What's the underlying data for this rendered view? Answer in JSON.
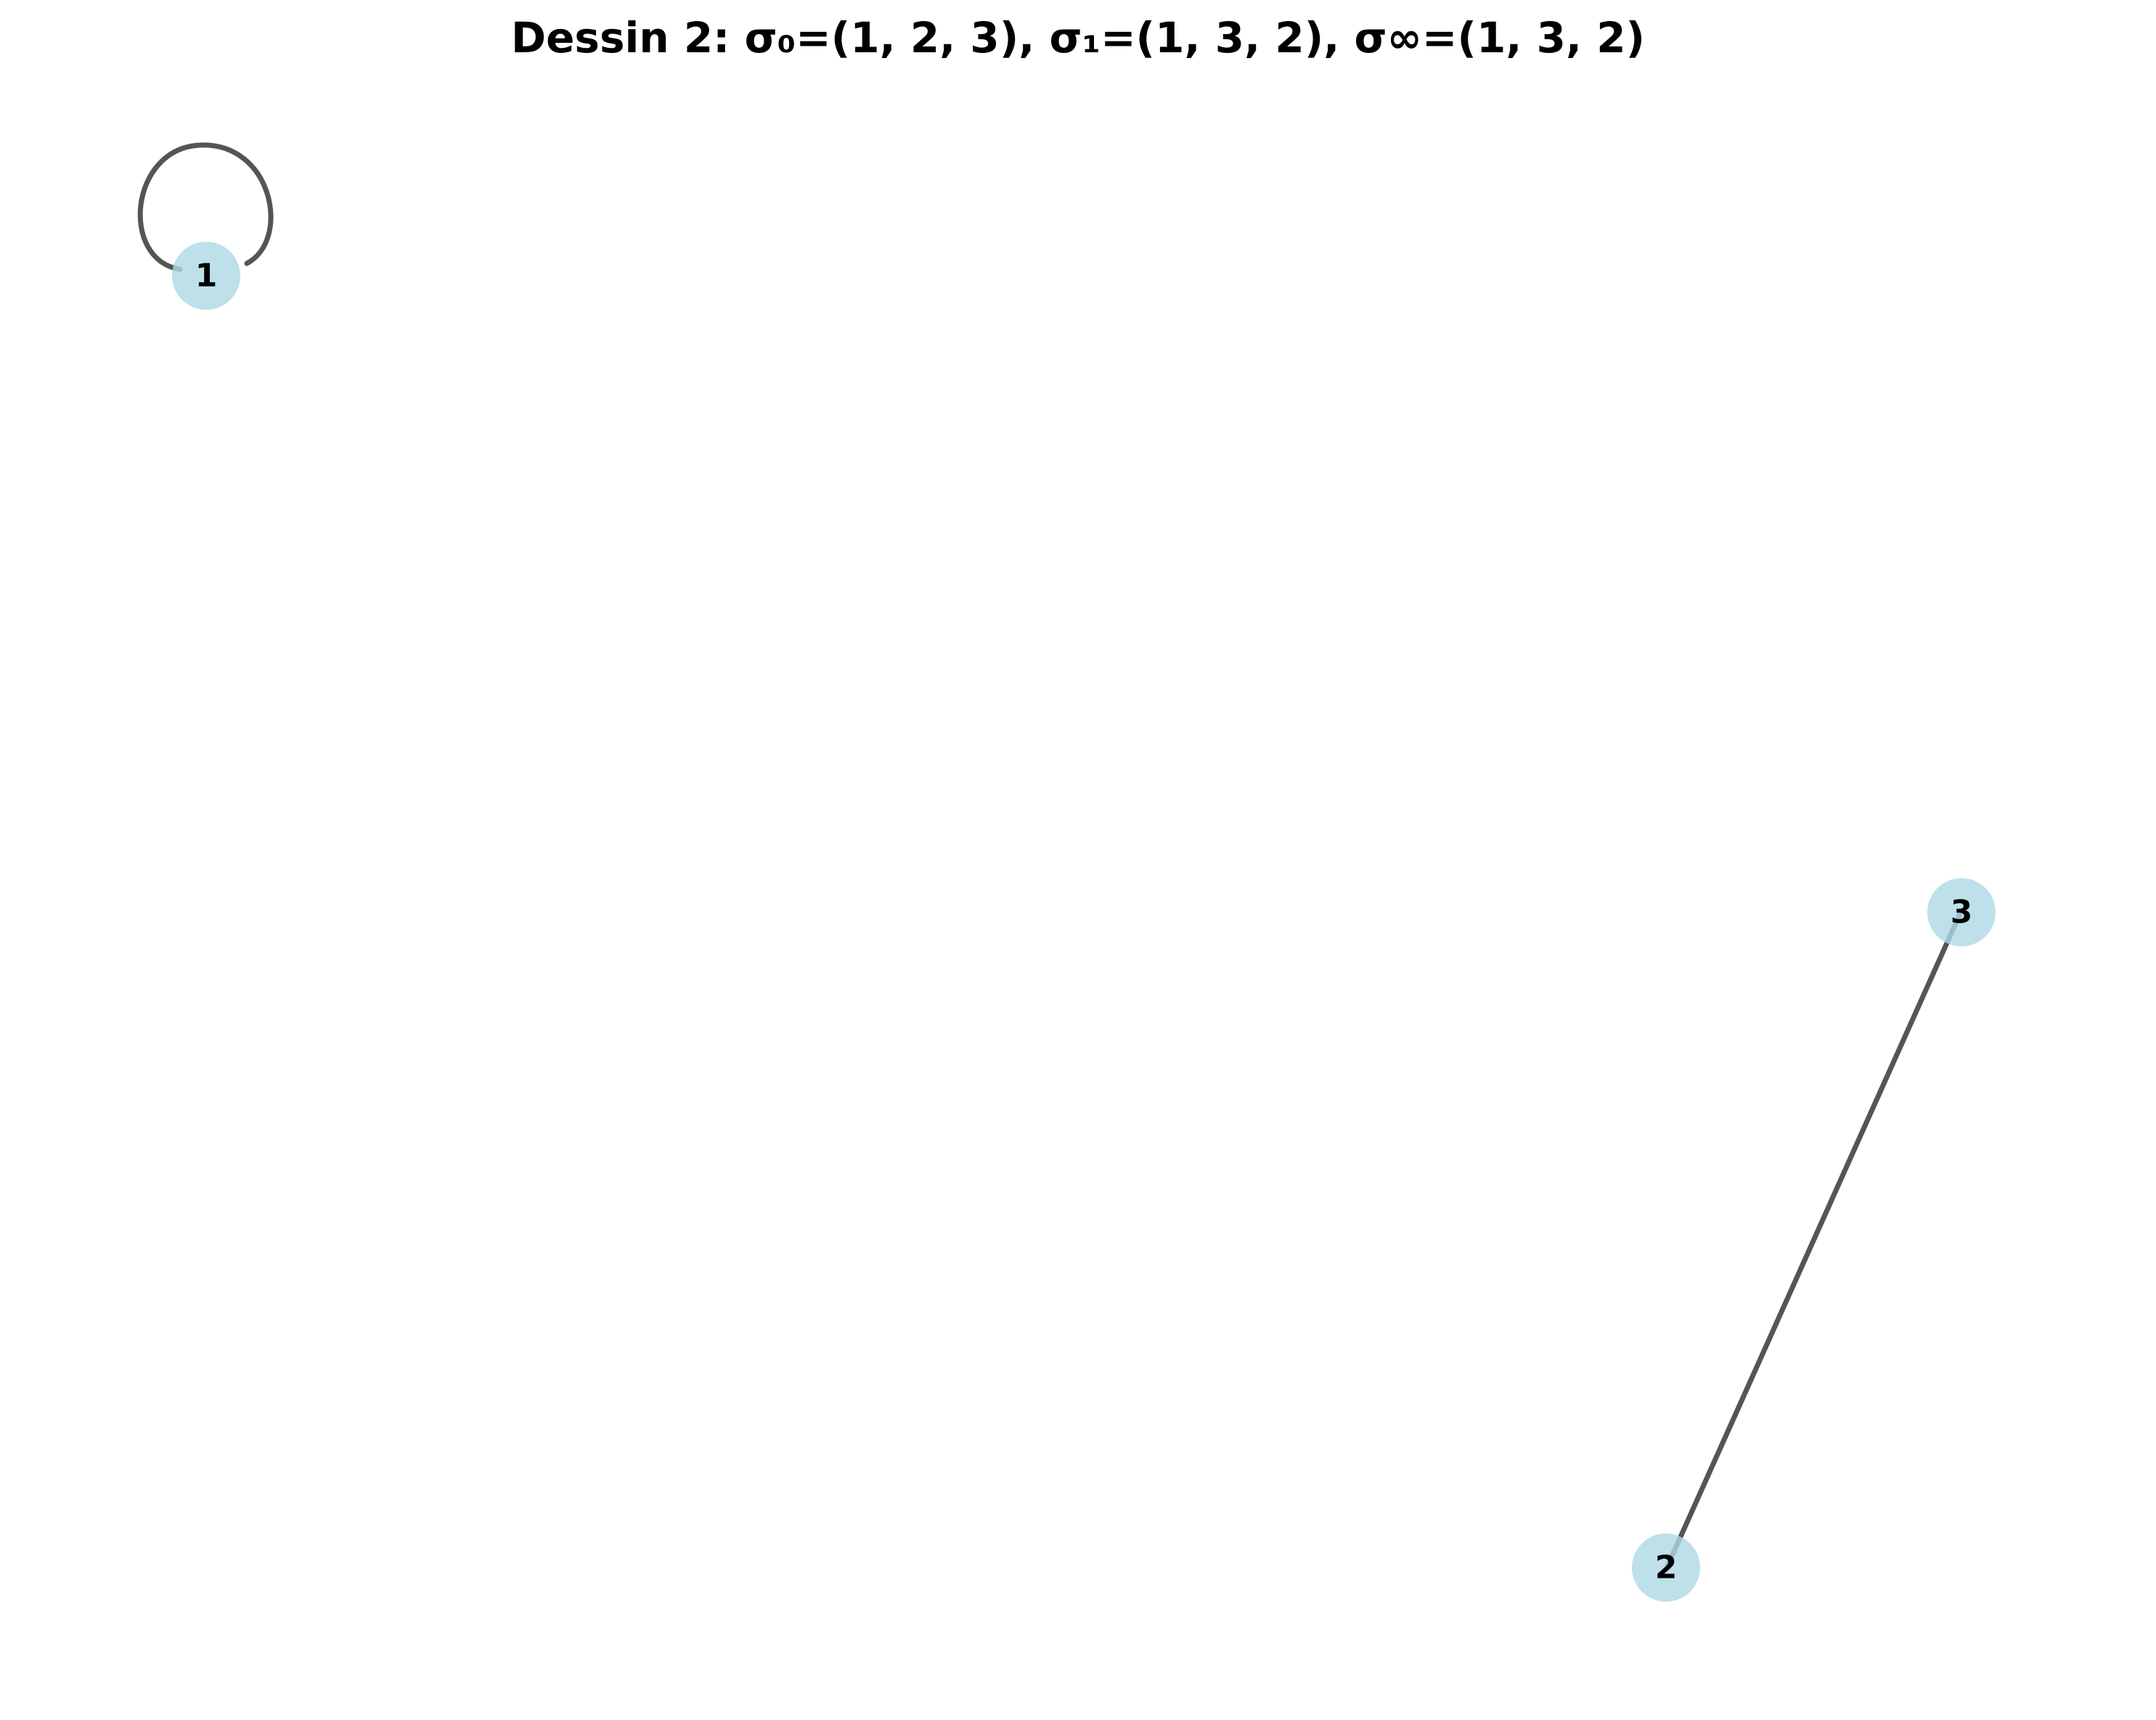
{
  "title": "Dessin 2: σ₀=(1, 2, 3), σ₁=(1, 3, 2), σ∞=(1, 3, 2)",
  "colors": {
    "node_fill": "#add8e6",
    "edge_stroke": "#555555",
    "background": "#ffffff",
    "text": "#000000"
  },
  "nodes": [
    {
      "id": "1",
      "label": "1"
    },
    {
      "id": "2",
      "label": "2"
    },
    {
      "id": "3",
      "label": "3"
    }
  ],
  "edges": [
    {
      "source": "1",
      "target": "1",
      "kind": "self-loop"
    },
    {
      "source": "2",
      "target": "3",
      "kind": "line"
    }
  ]
}
